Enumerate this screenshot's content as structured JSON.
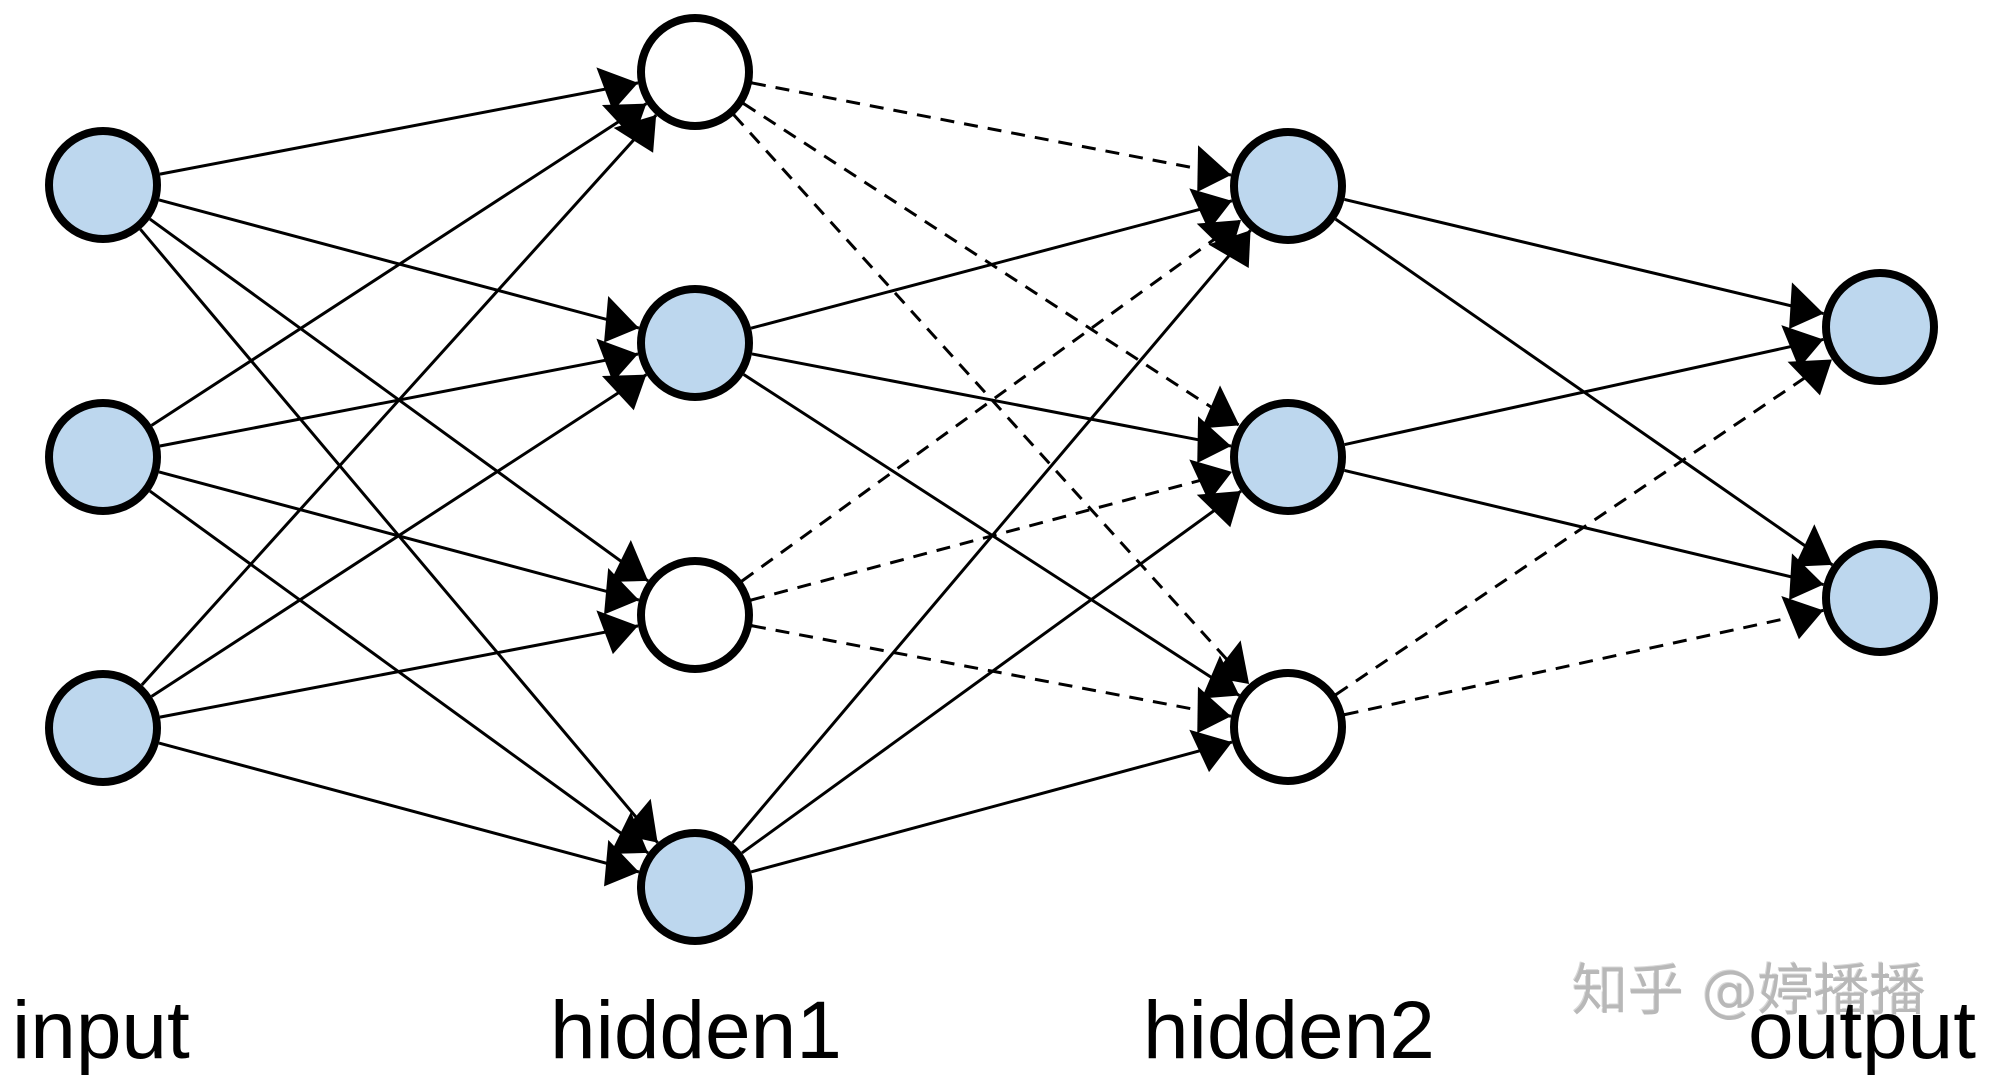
{
  "title": "Neural network with dropout",
  "layers": [
    {
      "id": "input",
      "label": "input",
      "nodes": [
        {
          "dropped": false
        },
        {
          "dropped": false
        },
        {
          "dropped": false
        }
      ]
    },
    {
      "id": "hidden1",
      "label": "hidden1",
      "nodes": [
        {
          "dropped": true
        },
        {
          "dropped": false
        },
        {
          "dropped": true
        },
        {
          "dropped": false
        }
      ]
    },
    {
      "id": "hidden2",
      "label": "hidden2",
      "nodes": [
        {
          "dropped": false
        },
        {
          "dropped": false
        },
        {
          "dropped": true
        }
      ]
    },
    {
      "id": "output",
      "label": "output",
      "nodes": [
        {
          "dropped": false
        },
        {
          "dropped": false
        }
      ]
    }
  ],
  "connections": "fully-connected between consecutive layers; edges from dropped nodes are dashed",
  "colors": {
    "active_node_fill": "#bdd7ee",
    "dropped_node_fill": "#ffffff",
    "stroke": "#000000",
    "watermark": "#b8b8b8"
  },
  "watermark": "知乎 @婷播播"
}
